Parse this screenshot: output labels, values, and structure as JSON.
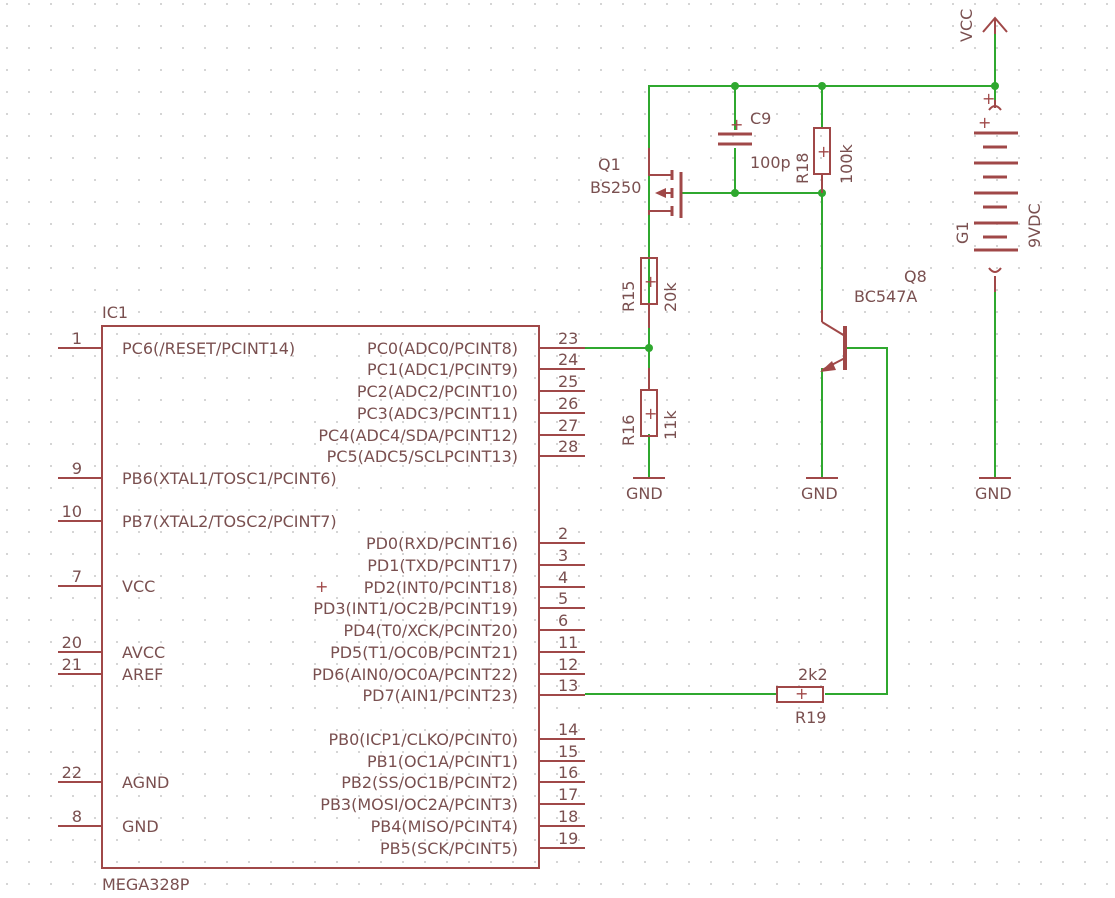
{
  "colors": {
    "background": "#ffffff",
    "grid_dot": "#c8c8c8",
    "part": "#a04848",
    "text": "#7a5050",
    "net": "#2fa82f",
    "junction": "#2fa82f"
  },
  "ic": {
    "name": "IC1",
    "value": "MEGA328P",
    "left_pins": [
      {
        "num": "1",
        "label": "PC6(/RESET/PCINT14)"
      },
      {
        "num": "9",
        "label": "PB6(XTAL1/TOSC1/PCINT6)"
      },
      {
        "num": "10",
        "label": "PB7(XTAL2/TOSC2/PCINT7)"
      },
      {
        "num": "7",
        "label": "VCC"
      },
      {
        "num": "20",
        "label": "AVCC"
      },
      {
        "num": "21",
        "label": "AREF"
      },
      {
        "num": "22",
        "label": "AGND"
      },
      {
        "num": "8",
        "label": "GND"
      }
    ],
    "right_pins": [
      {
        "num": "23",
        "label": "PC0(ADC0/PCINT8)"
      },
      {
        "num": "24",
        "label": "PC1(ADC1/PCINT9)"
      },
      {
        "num": "25",
        "label": "PC2(ADC2/PCINT10)"
      },
      {
        "num": "26",
        "label": "PC3(ADC3/PCINT11)"
      },
      {
        "num": "27",
        "label": "PC4(ADC4/SDA/PCINT12)"
      },
      {
        "num": "28",
        "label": "PC5(ADC5/SCLPCINT13)"
      },
      {
        "num": "2",
        "label": "PD0(RXD/PCINT16)"
      },
      {
        "num": "3",
        "label": "PD1(TXD/PCINT17)"
      },
      {
        "num": "4",
        "label": "PD2(INT0/PCINT18)"
      },
      {
        "num": "5",
        "label": "PD3(INT1/OC2B/PCINT19)"
      },
      {
        "num": "6",
        "label": "PD4(T0/XCK/PCINT20)"
      },
      {
        "num": "11",
        "label": "PD5(T1/OC0B/PCINT21)"
      },
      {
        "num": "12",
        "label": "PD6(AIN0/OC0A/PCINT22)"
      },
      {
        "num": "13",
        "label": "PD7(AIN1/PCINT23)"
      },
      {
        "num": "14",
        "label": "PB0(ICP1/CLKO/PCINT0)"
      },
      {
        "num": "15",
        "label": "PB1(OC1A/PCINT1)"
      },
      {
        "num": "16",
        "label": "PB2(SS/OC1B/PCINT2)"
      },
      {
        "num": "17",
        "label": "PB3(MOSI/OC2A/PCINT3)"
      },
      {
        "num": "18",
        "label": "PB4(MISO/PCINT4)"
      },
      {
        "num": "19",
        "label": "PB5(SCK/PCINT5)"
      }
    ]
  },
  "parts": {
    "c9": {
      "name": "C9",
      "value": "100p"
    },
    "r18": {
      "name": "R18",
      "value": "100k"
    },
    "q1": {
      "name": "Q1",
      "value": "BS250"
    },
    "r15": {
      "name": "R15",
      "value": "20k"
    },
    "r16": {
      "name": "R16",
      "value": "11k"
    },
    "q8": {
      "name": "Q8",
      "value": "BC547A"
    },
    "r19": {
      "name": "R19",
      "value": "2k2"
    },
    "g1": {
      "name": "G1",
      "value": "9VDC"
    }
  },
  "supplies": {
    "vcc": "VCC",
    "gnd1": "GND",
    "gnd2": "GND",
    "gnd3": "GND"
  },
  "plus_sign": "+"
}
